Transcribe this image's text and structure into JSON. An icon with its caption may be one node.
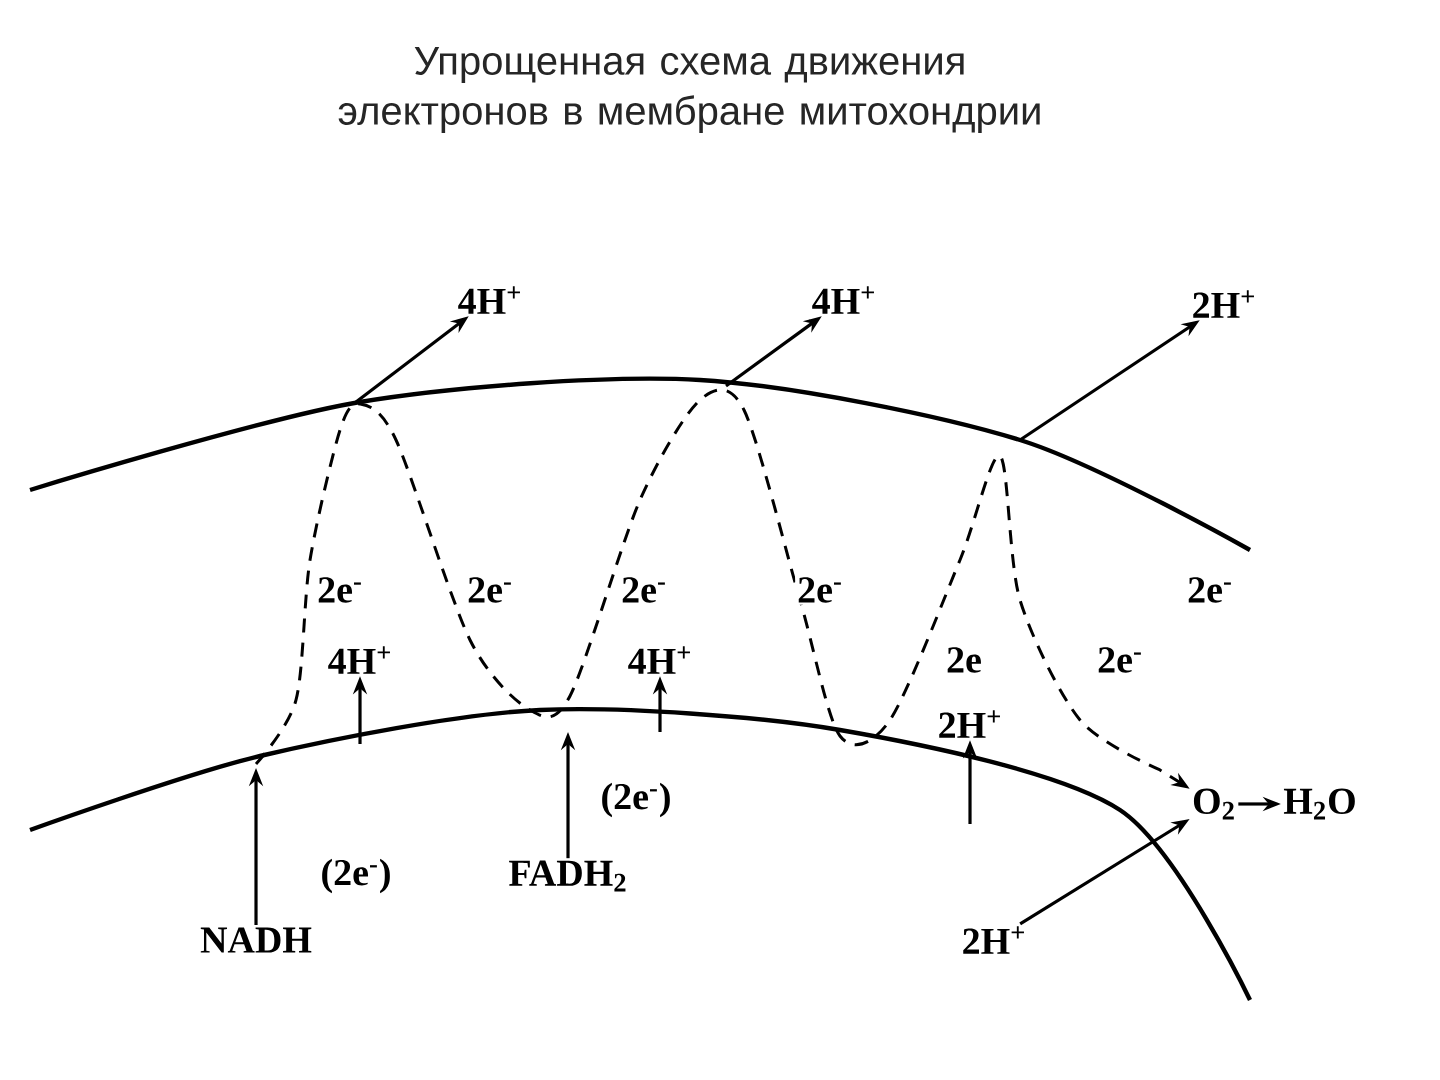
{
  "diagram": {
    "title": "Упрощенная схема движения электронов в мембране митохондрии",
    "nodes": [
      {
        "text": [
          "4H$^{+}$"
        ]
      },
      {
        "text": [
          "4H$^{+}$"
        ]
      },
      {
        "text": [
          "2H$^{+}$"
        ]
      },
      {
        "text": [
          "NADH"
        ]
      },
      {
        "text": [
          "FADH$_{2}$"
        ]
      },
      {
        "text": [
          "O$_{2}$"
        ]
      },
      {
        "text": [
          "H$_{2}$O"
        ]
      },
      {
        "text": [
          "2H$^{+}$"
        ]
      },
      {
        "text": [
          "4H$^{+}$"
        ]
      },
      {
        "text": [
          "4H$^{+}$"
        ]
      },
      {
        "text": [
          "2H$^{+}$"
        ]
      }
    ],
    "edges": [
      {
        "from": null,
        "to": 0,
        "arrow": "to"
      },
      {
        "from": null,
        "to": 1,
        "arrow": "to"
      },
      {
        "from": null,
        "to": 2,
        "arrow": "to"
      },
      {
        "from": 3,
        "to": null,
        "arrow": "to",
        "label": "(2e$^{-}$)"
      },
      {
        "from": 4,
        "to": null,
        "arrow": "to",
        "label": "(2e$^{-}$)"
      },
      {
        "from": null,
        "to": 8,
        "arrow": "to"
      },
      {
        "from": null,
        "to": 9,
        "arrow": "to"
      },
      {
        "from": null,
        "to": 10,
        "arrow": "to"
      },
      {
        "from": 7,
        "to": 5,
        "arrow": "to"
      },
      {
        "from": 5,
        "to": 6,
        "arrow": "to"
      },
      {
        "from": null,
        "to": 5,
        "arrow": "to",
        "style": "dashed"
      }
    ],
    "labels": [
      "2e$^{-}$",
      "2e$^{-}$",
      "2e$^{-}$",
      "2e$^{-}$",
      "2e$^{-}$",
      "2e",
      "2e$^{-}$"
    ]
  }
}
